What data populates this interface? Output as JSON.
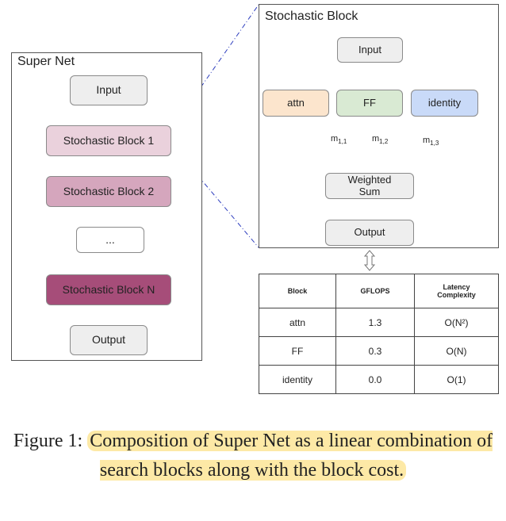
{
  "super_net": {
    "title": "Super Net",
    "nodes": [
      "Input",
      "Stochastic Block 1",
      "Stochastic Block 2",
      "...",
      "Stochastic Block N",
      "Output"
    ]
  },
  "stochastic_block": {
    "title": "Stochastic Block",
    "input": "Input",
    "branches": [
      {
        "label": "attn",
        "color": "#fce5cd"
      },
      {
        "label": "FF",
        "color": "#d9ead3"
      },
      {
        "label": "identity",
        "color": "#c9daf8"
      }
    ],
    "edge_labels": [
      {
        "base": "m",
        "sub": "1,1"
      },
      {
        "base": "m",
        "sub": "1,2"
      },
      {
        "base": "m",
        "sub": "1,3"
      }
    ],
    "weighted_sum": "Weighted Sum",
    "output": "Output"
  },
  "cost_table": {
    "headers": [
      "Block",
      "GFLOPS",
      "Latency Complexity"
    ],
    "rows": [
      {
        "block": "attn",
        "gflops": "1.3",
        "latency": "O(N²)"
      },
      {
        "block": "FF",
        "gflops": "0.3",
        "latency": "O(N)"
      },
      {
        "block": "identity",
        "gflops": "0.0",
        "latency": "O(1)"
      }
    ]
  },
  "colors": {
    "node_gray": "#eeeeee",
    "block1": "#ead1dc",
    "block2": "#d5a6bd",
    "blockN": "#a64d79",
    "highlight": "#fde9a6",
    "zoom_line": "#2f3fbf"
  },
  "caption": {
    "prefix": "Figure 1:",
    "text": "Composition of Super Net as a linear combination of search blocks along with the block cost."
  }
}
